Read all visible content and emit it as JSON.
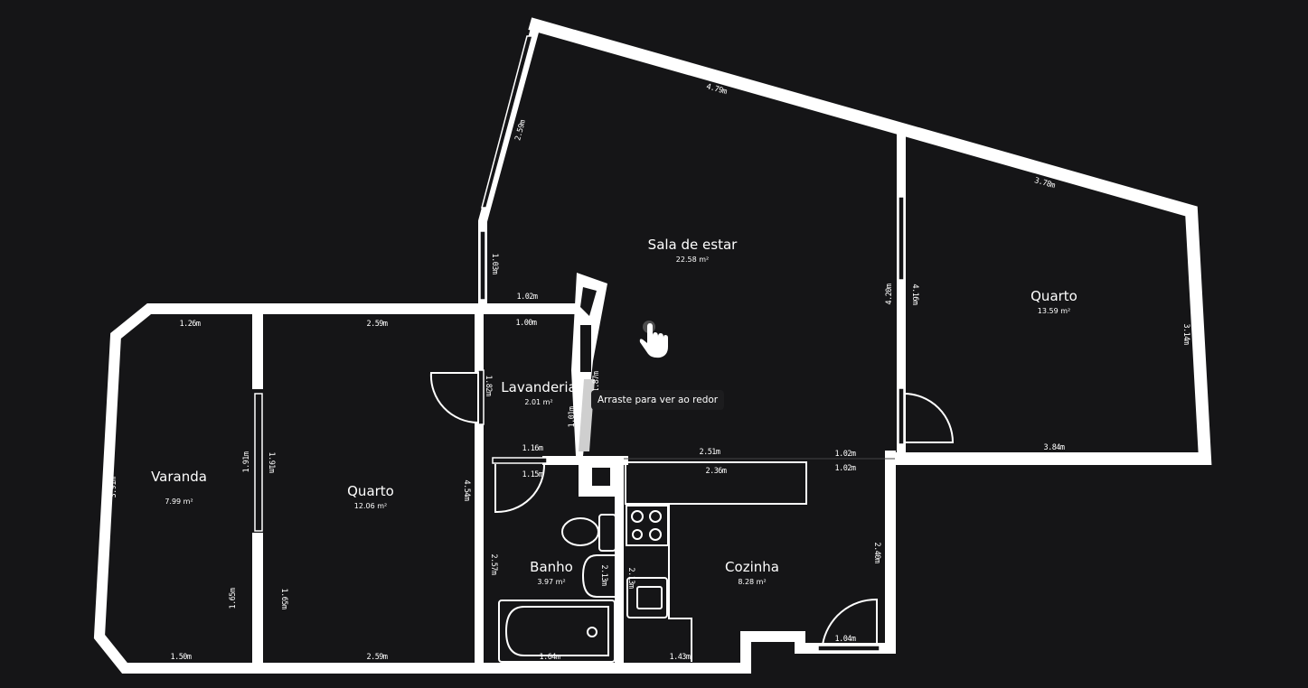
{
  "rooms": [
    {
      "name": "Sala de estar",
      "area": "22.58 m²"
    },
    {
      "name": "Quarto",
      "area": "13.59 m²"
    },
    {
      "name": "Varanda",
      "area": "7.99 m²"
    },
    {
      "name": "Quarto",
      "area": "12.06 m²"
    },
    {
      "name": "Lavanderia",
      "area": "2.01 m²"
    },
    {
      "name": "Banho",
      "area": "3.97 m²"
    },
    {
      "name": "Cozinha",
      "area": "8.28 m²"
    }
  ],
  "dimensions": [
    "4.79m",
    "2.59m",
    "3.78m",
    "1.03m",
    "1.02m",
    "1.00m",
    "4.20m",
    "4.16m",
    "3.14m",
    "1.26m",
    "2.59m",
    "3.91m",
    "1.91m",
    "1.91m",
    "1.65m",
    "1.65m",
    "1.50m",
    "2.59m",
    "4.54m",
    "1.82m",
    "1.87m",
    "1.01m",
    "1.16m",
    "1.15m",
    "2.51m",
    "1.02m",
    "1.02m",
    "3.84m",
    "2.36m",
    "2.57m",
    "2.13m",
    "2.13m",
    "1.64m",
    "1.43m",
    "2.40m",
    "1.04m"
  ],
  "tooltip": "Arraste para ver ao redor",
  "colors": {
    "background": "#151517",
    "wall": "#ffffff",
    "tooltip_bg": "#1c1c1e"
  },
  "cursor_icon": "hand-pointer-icon"
}
